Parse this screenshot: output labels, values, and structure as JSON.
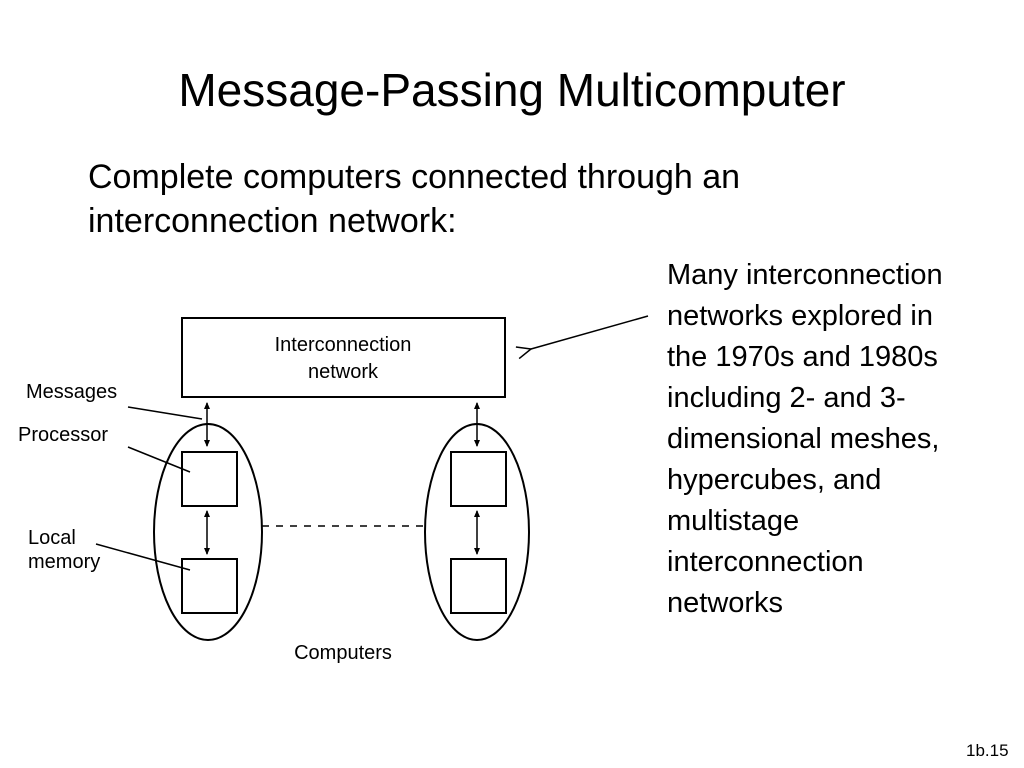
{
  "slide": {
    "title": "Message-Passing Multicomputer",
    "subtitle": "Complete computers connected through an interconnection network:",
    "page_number": "1b.15"
  },
  "diagram": {
    "network_label_line1": "Interconnection",
    "network_label_line2": "network",
    "labels": {
      "messages": "Messages",
      "processor": "Processor",
      "local_memory_line1": "Local",
      "local_memory_line2": "memory",
      "computers": "Computers"
    }
  },
  "side_note": {
    "lines": [
      "Many interconnection",
      "networks  explored in",
      "the 1970s and 1980s",
      "including 2- and 3-",
      "dimensional meshes,",
      "hypercubes, and",
      "multistage",
      "interconnection",
      "networks"
    ]
  }
}
